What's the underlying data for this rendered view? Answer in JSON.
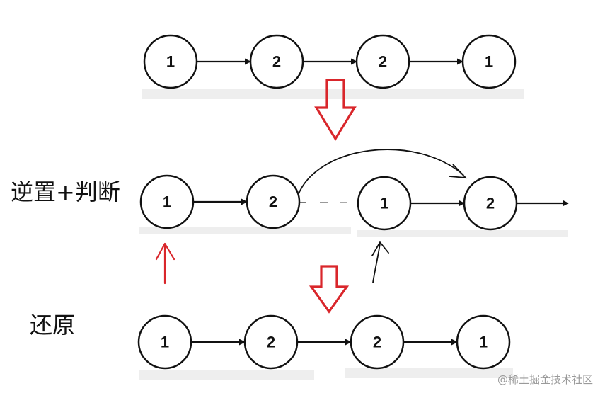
{
  "rows": [
    {
      "label": "",
      "nodes": [
        "1",
        "2",
        "2",
        "1"
      ]
    },
    {
      "label": "逆置+判断",
      "nodes": [
        "1",
        "2",
        "1",
        "2"
      ]
    },
    {
      "label": "还原",
      "nodes": [
        "1",
        "2",
        "2",
        "1"
      ]
    }
  ],
  "watermark": "@稀土掘金技术社区",
  "colors": {
    "ink": "#111111",
    "red_arrow": "#d9262b",
    "red_pointer": "#d9262b",
    "shadow": "#eeeeee"
  }
}
